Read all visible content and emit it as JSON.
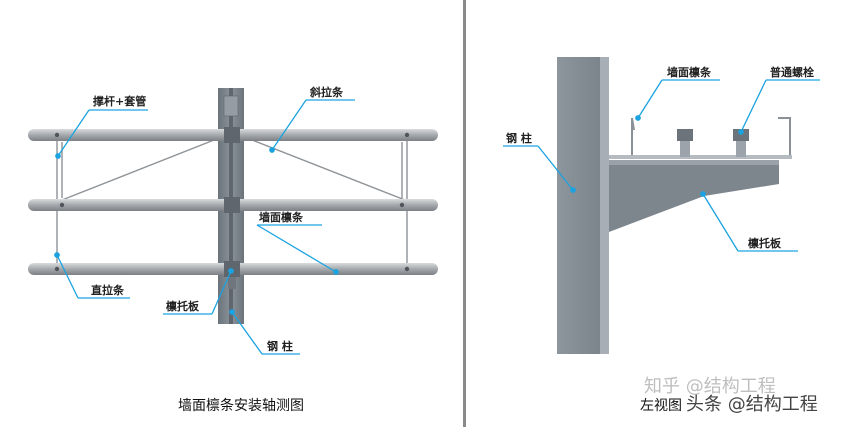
{
  "left": {
    "caption": "墙面檩条安装轴测图",
    "labels": {
      "strut": "撑杆+套管",
      "diag_tie": "斜拉条",
      "wall_purlin": "墙面檩条",
      "vertical_tie": "直拉条",
      "purlin_bracket": "檩托板",
      "steel_column": "钢  柱"
    }
  },
  "right": {
    "caption": "左视图",
    "labels": {
      "wall_purlin": "墙面檩条",
      "bolt": "普通螺栓",
      "steel_column": "钢  柱",
      "purlin_bracket": "檩托板"
    }
  },
  "watermark": "知乎 @结构工程",
  "watermark2": "头条 @结构工程",
  "colors": {
    "accent": "#1aa3e0",
    "steel": "#7d858d",
    "purlin": "#a9adb1"
  }
}
